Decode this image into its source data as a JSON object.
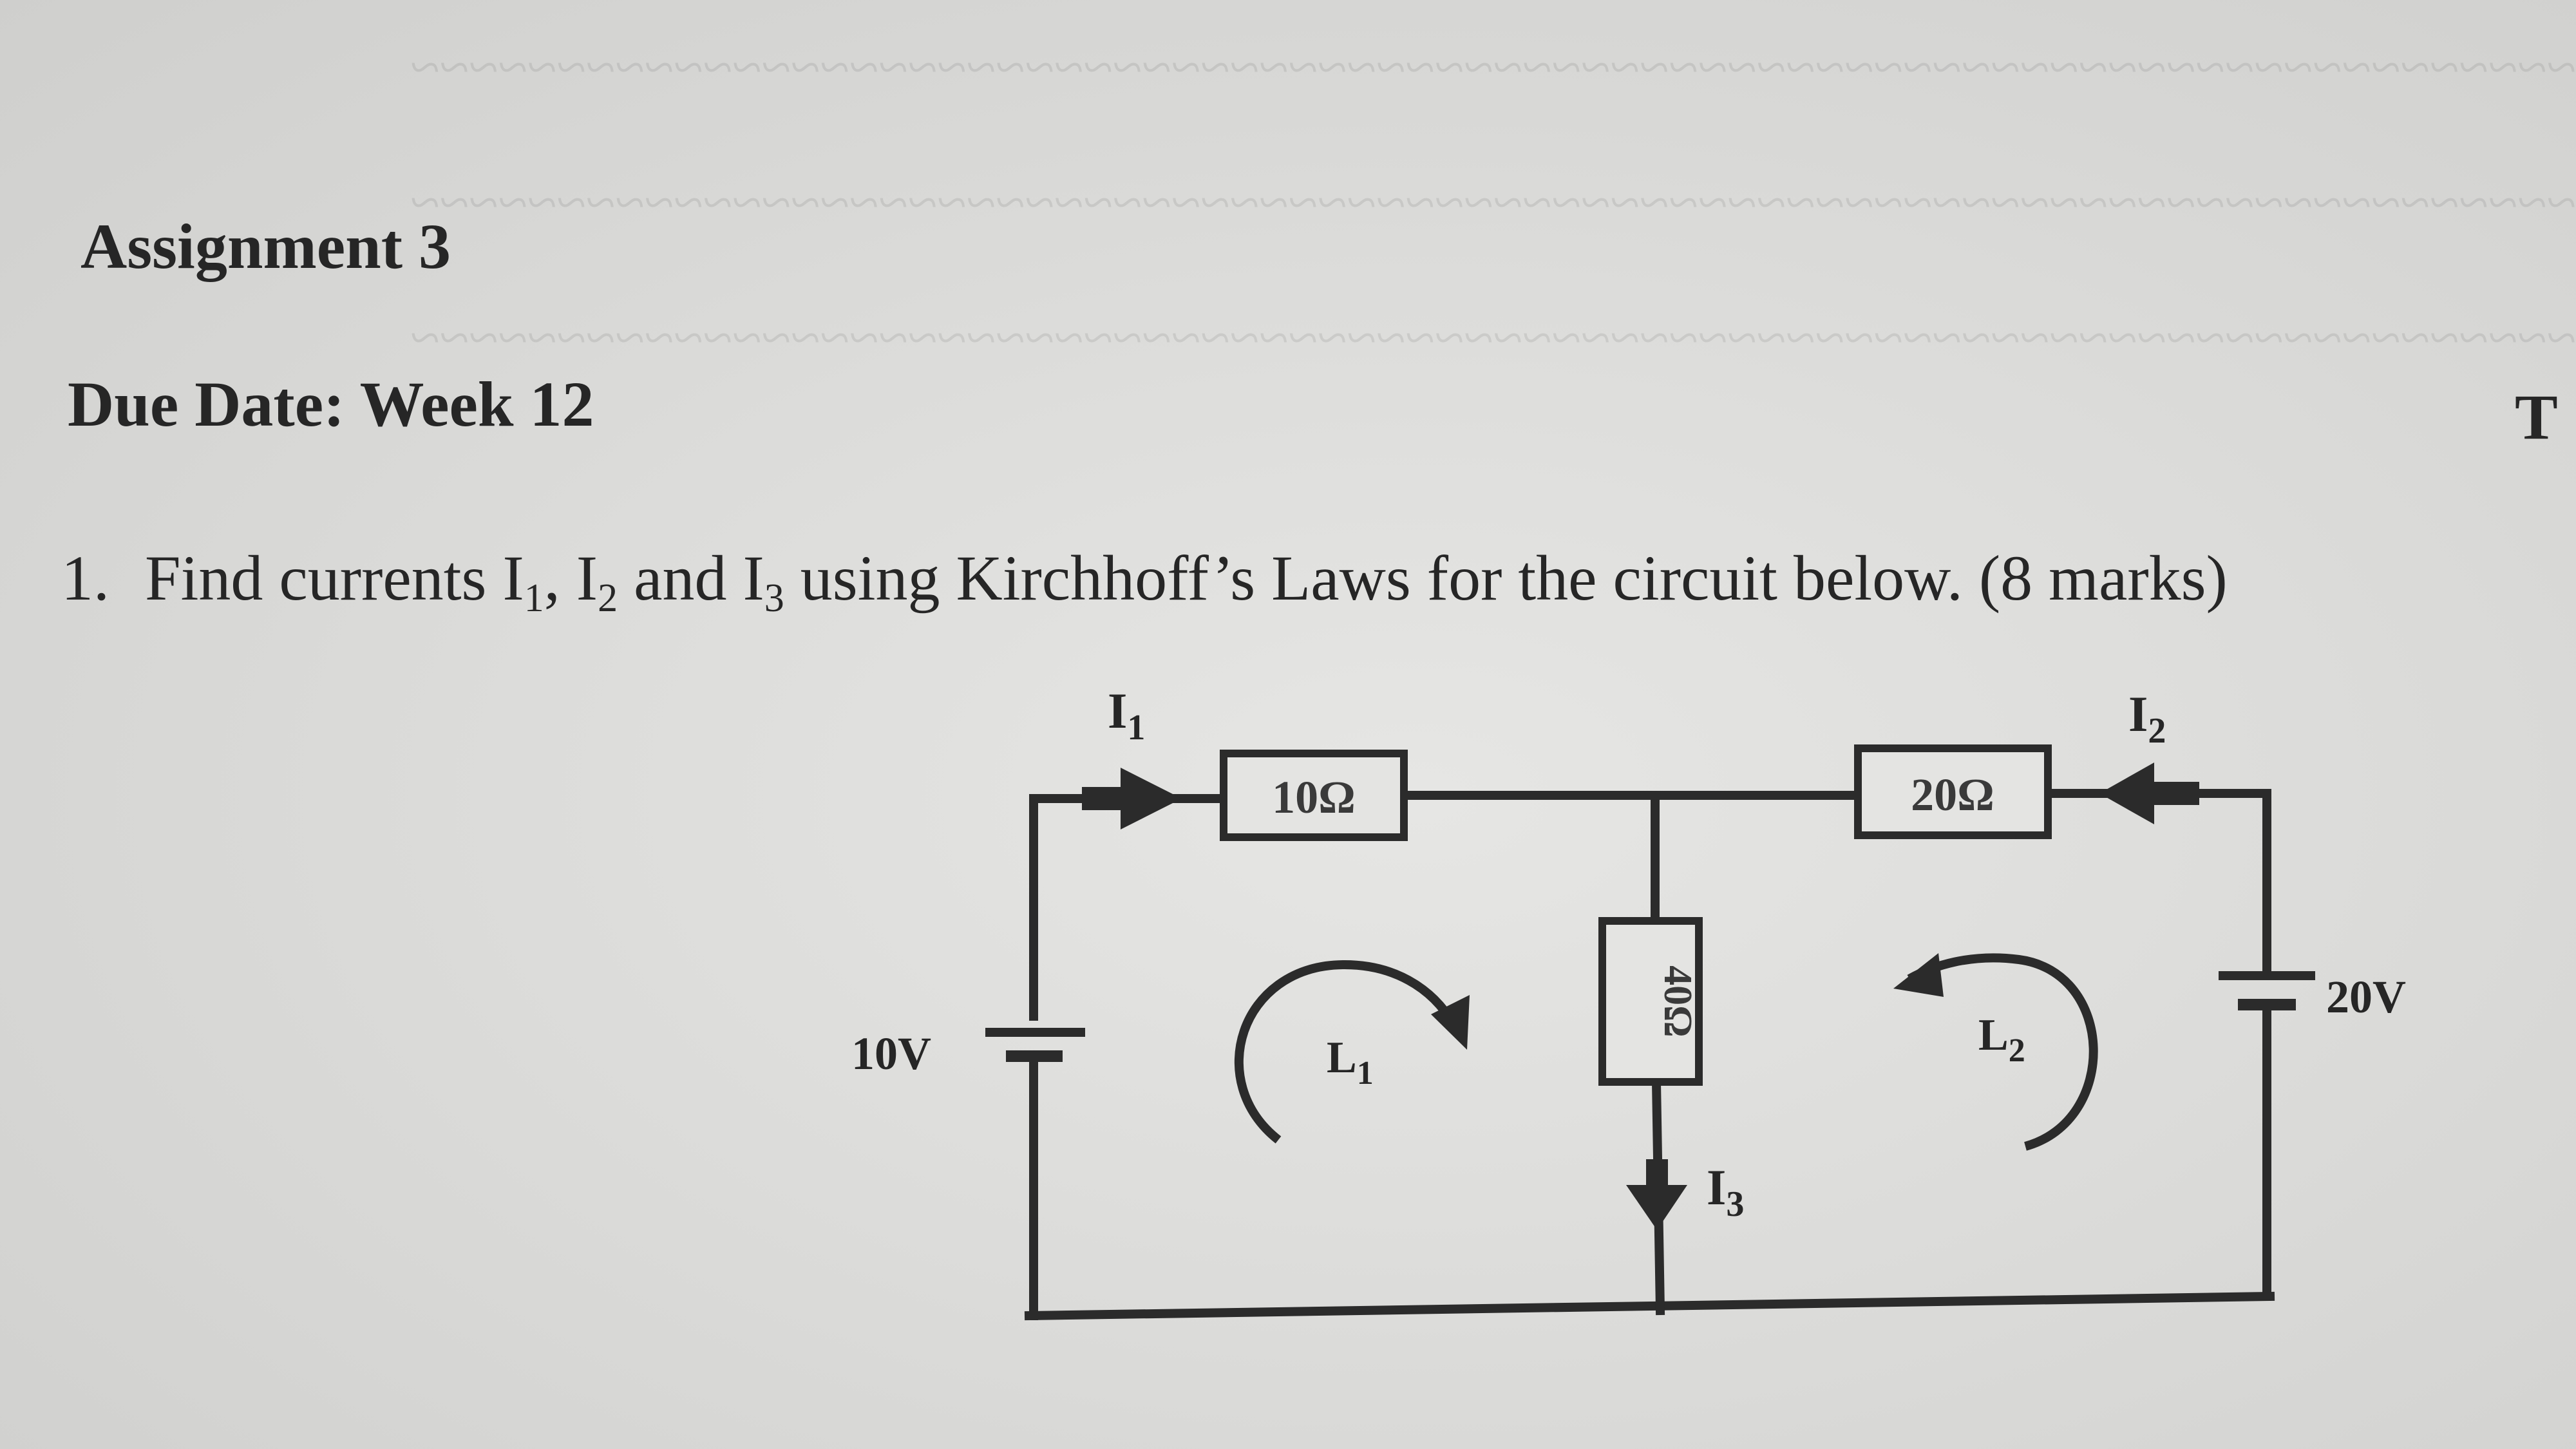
{
  "document": {
    "title": "Assignment 3",
    "due_date": "Due Date: Week 12",
    "edge_text": "T",
    "question": {
      "number": "1.",
      "text_parts": [
        "Find currents I",
        "1",
        ", I",
        "2",
        " and I",
        "3",
        " using Kirchhoff’s Laws for the circuit below. (8 marks)"
      ]
    }
  },
  "circuit": {
    "left_source": "10V",
    "right_source": "20V",
    "resistor_top_left": "10Ω",
    "resistor_top_right": "20Ω",
    "resistor_middle": "40Ω",
    "current_1": {
      "base": "I",
      "sub": "1"
    },
    "current_2": {
      "base": "I",
      "sub": "2"
    },
    "current_3": {
      "base": "I",
      "sub": "3"
    },
    "loop_1": {
      "base": "L",
      "sub": "1"
    },
    "loop_2": {
      "base": "L",
      "sub": "2"
    }
  }
}
